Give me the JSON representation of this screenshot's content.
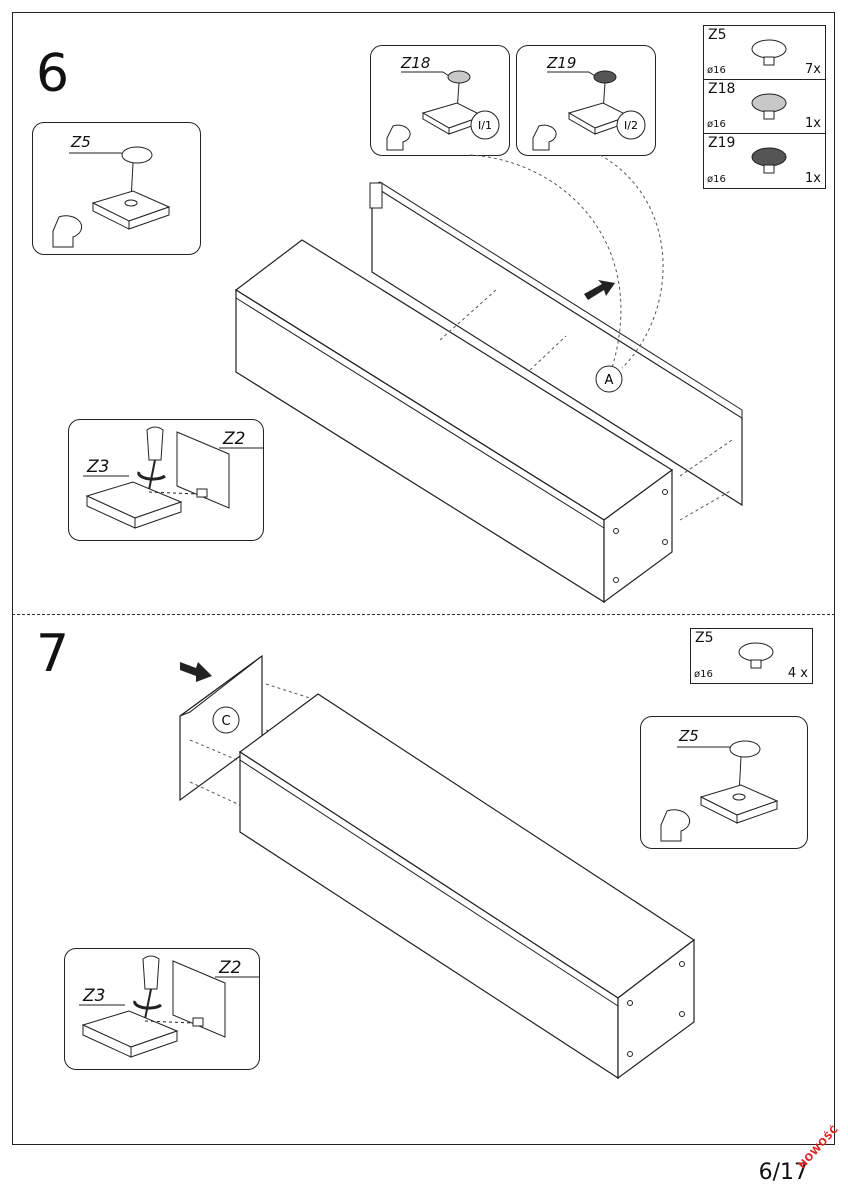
{
  "step6": {
    "number": "6",
    "parts": [
      {
        "code": "Z5",
        "diameter": "ø16",
        "qty": "7x",
        "color": "#ffffff"
      },
      {
        "code": "Z18",
        "diameter": "ø16",
        "qty": "1x",
        "color": "#c8c8c8"
      },
      {
        "code": "Z19",
        "diameter": "ø16",
        "qty": "1x",
        "color": "#555555"
      }
    ],
    "detail_cam": {
      "label": "Z5"
    },
    "detail_z18": {
      "label": "Z18",
      "marker": "I/1"
    },
    "detail_z19": {
      "label": "Z19",
      "marker": "I/2"
    },
    "detail_screw": {
      "label_driver": "Z3",
      "label_dowel": "Z2"
    },
    "callout": "A"
  },
  "step7": {
    "number": "7",
    "parts": [
      {
        "code": "Z5",
        "diameter": "ø16",
        "qty": "4 x",
        "color": "#ffffff"
      }
    ],
    "detail_cam": {
      "label": "Z5"
    },
    "detail_screw": {
      "label_driver": "Z3",
      "label_dowel": "Z2"
    },
    "callout": "C"
  },
  "footer": {
    "page": "6/17",
    "badge": "NOWOŚĆ"
  }
}
